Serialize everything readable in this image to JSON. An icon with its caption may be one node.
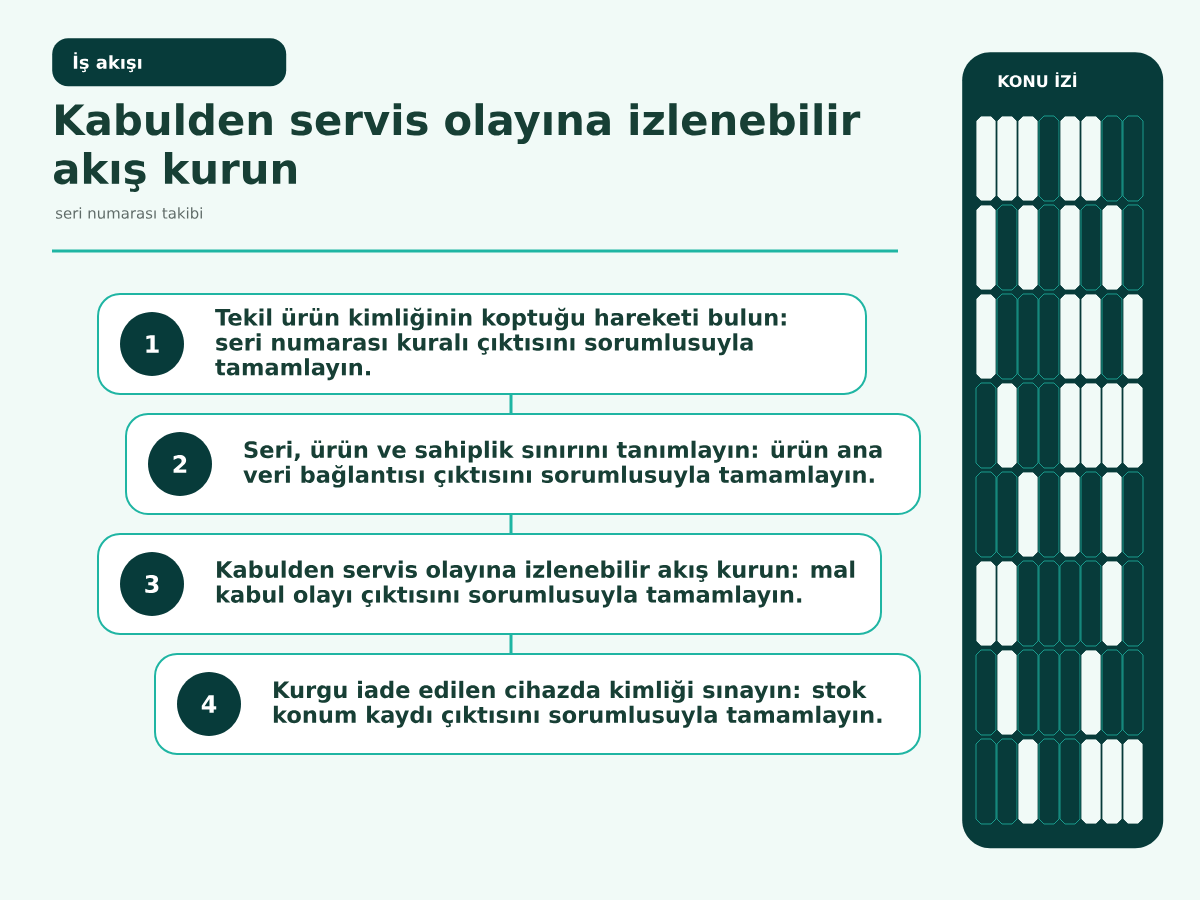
{
  "diagram": {
    "title": "Kabulden servis olayına izlenebilir akış kurun",
    "nodes": [
      {
        "text": [
          "İş akışı"
        ]
      },
      {
        "text": [
          "Tekil ürün kimliğinin koptuğu hareketi bulun: seri numarası kuralı çıktısını sorumlusuyla tamamlayın."
        ]
      },
      {
        "text": [
          "1"
        ],
        "in": 1
      },
      {
        "text": [
          "Seri, ürün ve sahiplik sınırını tanımlayın: ürün ana veri bağlantısı çıktısını sorumlusuyla tamamlayın."
        ]
      },
      {
        "text": [
          "2"
        ],
        "in": 3
      },
      {
        "text": [
          "Kabulden servis olayına izlenebilir akış kurun: mal kabul olayı çıktısını sorumlusuyla tamamlayın."
        ]
      },
      {
        "text": [
          "3"
        ],
        "in": 5
      },
      {
        "text": [
          "Kurgu iade edilen cihazda kimliği sınayın: stok konum kaydı çıktısını sorumlusuyla tamamlayın."
        ]
      },
      {
        "text": [
          "4"
        ],
        "in": 7
      },
      {
        "text": [
          "KONU İZİ"
        ]
      }
    ],
    "edges": [
      {
        "from": 1,
        "to": 3,
        "arrow": "none"
      },
      {
        "from": 3,
        "to": 5,
        "arrow": "none"
      },
      {
        "from": 5,
        "to": 7,
        "arrow": "none"
      }
    ],
    "labels": [
      "seri numarası takibi"
    ]
  }
}
